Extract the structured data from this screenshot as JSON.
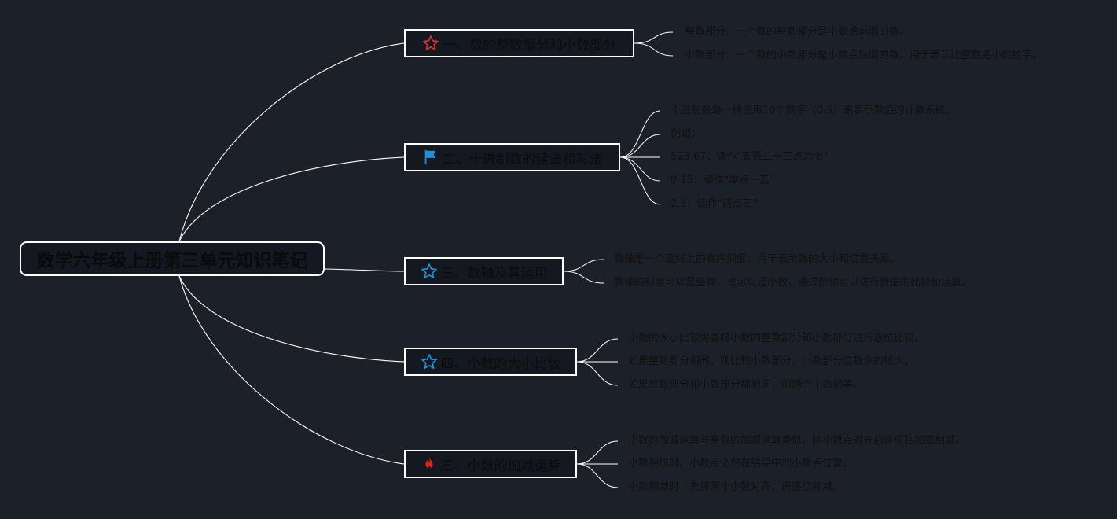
{
  "root": {
    "title": "数学六年级上册第三单元知识笔记"
  },
  "colors": {
    "background": "#1c2029",
    "line": "#ffffff",
    "star_red": "#e0301e",
    "star_blue": "#1e90d6",
    "flag_blue": "#1e90d6",
    "fire_red": "#e02810"
  },
  "branches": [
    {
      "label": "一、数的整数部分和小数部分",
      "icon": "red-star-icon",
      "items": [
        "整数部分：一个数的整数部分是小数点前面的数。",
        "小数部分：一个数的小数部分是小数点后面的数，用于表示比整数更小的数字。"
      ]
    },
    {
      "label": "二、十进制数的读法和写法",
      "icon": "blue-flag-icon",
      "items": [
        "十进制数是一种使用10个数字（0-9）来表示数值的计数系统。",
        "例如：",
        "523.67：读作\"五百二十三点六七\"",
        "0.15：读作\"零点一五\"",
        "2.3：读作\"两点三\""
      ]
    },
    {
      "label": "三、数轴及其运用",
      "icon": "blue-star-icon",
      "items": [
        "数轴是一个直线上的有序刻度，用于表示数的大小和位置关系。",
        "数轴的刻度可以是整数，也可以是小数，通过数轴可以进行数值的比较和运算。"
      ]
    },
    {
      "label": "四、小数的大小比较",
      "icon": "blue-star-icon",
      "items": [
        "小数的大小比较需要将小数的整数部分和小数部分进行逐位比较。",
        "如果整数部分相同，则比较小数部分，小数部分位数多的较大；",
        "如果整数部分和小数部分都相同，则两个小数相等。"
      ]
    },
    {
      "label": "五、小数的加减运算",
      "icon": "fire-icon",
      "items": [
        "小数的加减运算与整数的加减运算类似，将小数点对齐后逐位相加或相减。",
        "小数相加时，小数点仍然在结果中的小数点位置。",
        "小数相减时，先将两个小数对齐，再逐位相减。"
      ]
    }
  ]
}
